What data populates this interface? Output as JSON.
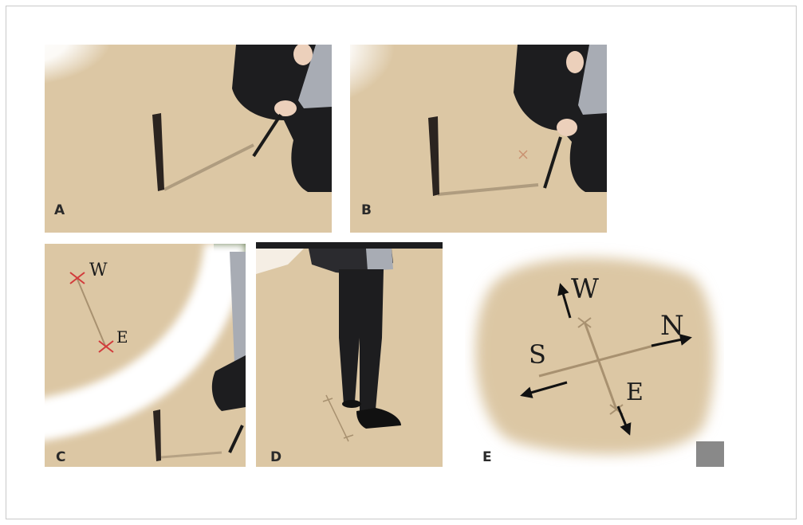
{
  "figure": {
    "panels": [
      {
        "label": "A"
      },
      {
        "label": "B"
      },
      {
        "label": "C",
        "marks": {
          "west": "W",
          "east": "E"
        }
      },
      {
        "label": "D"
      },
      {
        "label": "E",
        "marks": {
          "west": "W",
          "north": "N",
          "south": "S",
          "east": "E"
        }
      }
    ]
  },
  "colors": {
    "ground": "#dcc7a4",
    "shadow": "#9d8b70",
    "stick": "#2b2420",
    "trousers": "#1d1d1f",
    "sleeve": "#a8acb4",
    "skin": "#ecd0bb",
    "mark_red": "#d23b3b",
    "line": "#a89170",
    "arrow": "#111111"
  },
  "icons": [
    "stick-icon",
    "person-kneeling-icon",
    "person-standing-icon",
    "compass-arrow-icon"
  ]
}
